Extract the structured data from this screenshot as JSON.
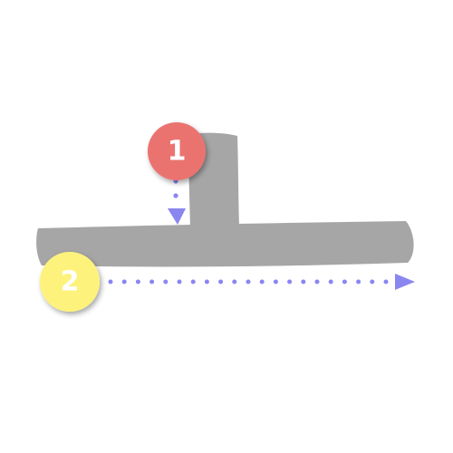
{
  "steps": [
    {
      "number": "1",
      "color": "#EA7370",
      "direction": "down"
    },
    {
      "number": "2",
      "color": "#FDF37C",
      "direction": "right"
    }
  ],
  "colors": {
    "stroke_glyph": "#A6A6A6",
    "arrow": "#8A86F0",
    "background": "#FFFFFF"
  },
  "glyph": "stroke-order-diagram"
}
